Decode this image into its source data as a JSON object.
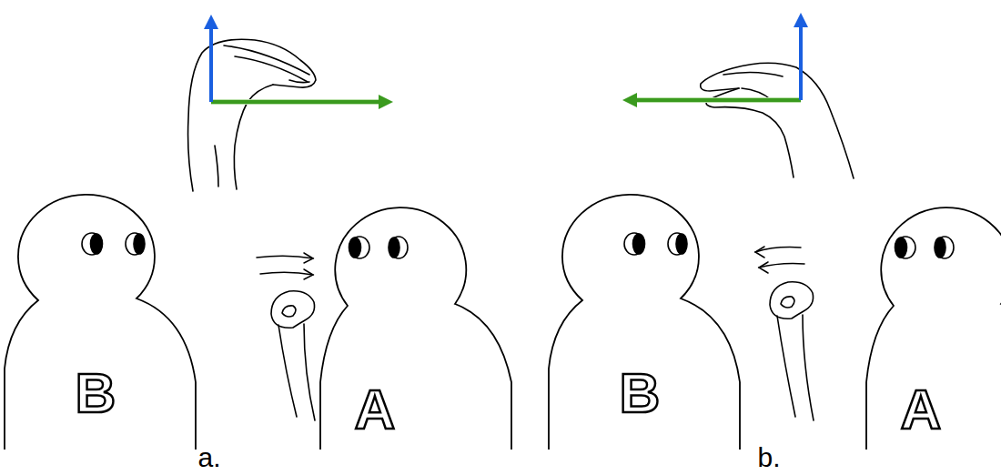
{
  "diagram": {
    "nodes": [
      {
        "text": [
          "B"
        ]
      },
      {
        "text": [
          "A"
        ]
      },
      {
        "text": [
          "B"
        ]
      },
      {
        "text": [
          "A"
        ]
      }
    ],
    "labels": [
      "a.",
      "b."
    ]
  }
}
